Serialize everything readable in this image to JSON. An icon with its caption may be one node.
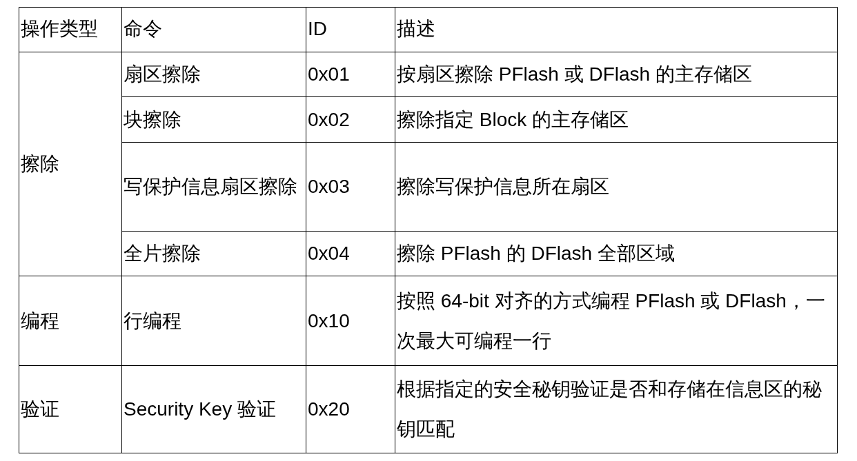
{
  "diagram": {
    "labels": [
      "操作类型",
      "命令",
      "ID",
      "描述",
      "擦除",
      "扇区擦除",
      "0x01",
      "按扇区擦除 PFlash 或 DFlash 的主存储区",
      "块擦除",
      "0x02",
      "擦除指定 Block 的主存储区",
      "写保护信息扇区擦除",
      "0x03",
      "擦除写保护信息所在扇区",
      "全片擦除",
      "0x04",
      "擦除 PFlash 的 DFlash 全部区域",
      "编程",
      "行编程",
      "0x10",
      "按照 64-bit 对齐的方式编程 PFlash 或 DFlash，一次最大可编程一行",
      "验证",
      "Security Key 验证",
      "0x20",
      "根据指定的安全秘钥验证是否和存储在信息区的秘钥匹配"
    ]
  }
}
